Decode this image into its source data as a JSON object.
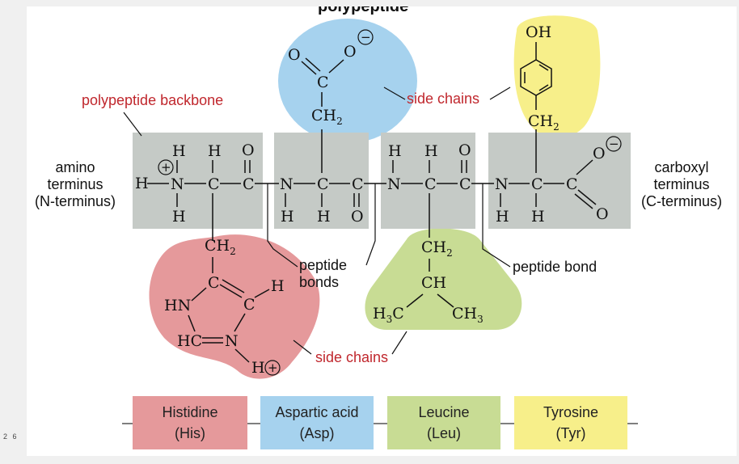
{
  "header_partial": "polypeptide",
  "page_number": "2 6",
  "labels": {
    "polypeptide_backbone": "polypeptide backbone",
    "side_chains_top": "side chains",
    "side_chains_bottom": "side chains",
    "amino_terminus": [
      "amino",
      "terminus",
      "(N-terminus)"
    ],
    "carboxyl_terminus": [
      "carboxyl",
      "terminus",
      "(C-terminus)"
    ],
    "peptide_bonds": [
      "peptide",
      "bonds"
    ],
    "peptide_bond": "peptide bond"
  },
  "key": [
    {
      "name": "Histidine",
      "abbr": "(His)",
      "color": "#e5999b"
    },
    {
      "name": "Aspartic acid",
      "abbr": "(Asp)",
      "color": "#a6d2ee"
    },
    {
      "name": "Leucine",
      "abbr": "(Leu)",
      "color": "#c8dc94"
    },
    {
      "name": "Tyrosine",
      "abbr": "(Tyr)",
      "color": "#f7ef8a"
    }
  ],
  "colors": {
    "backbone_gray": "#c5cac6",
    "histidine": "#e5999b",
    "aspartic_acid": "#a6d2ee",
    "leucine": "#c8dc94",
    "tyrosine": "#f7ef8a",
    "label_red": "#c0272d"
  },
  "atoms": {
    "H": "H",
    "N": "N",
    "C": "C",
    "O": "O",
    "OH": "OH",
    "HN": "HN",
    "HC": "HC",
    "CH": "CH",
    "CH2_main": "CH",
    "sub2": "2",
    "H3C_main": "H",
    "sub3": "3",
    "C_part": "C",
    "CH3_main": "CH",
    "plus": "+",
    "minus": "−"
  }
}
